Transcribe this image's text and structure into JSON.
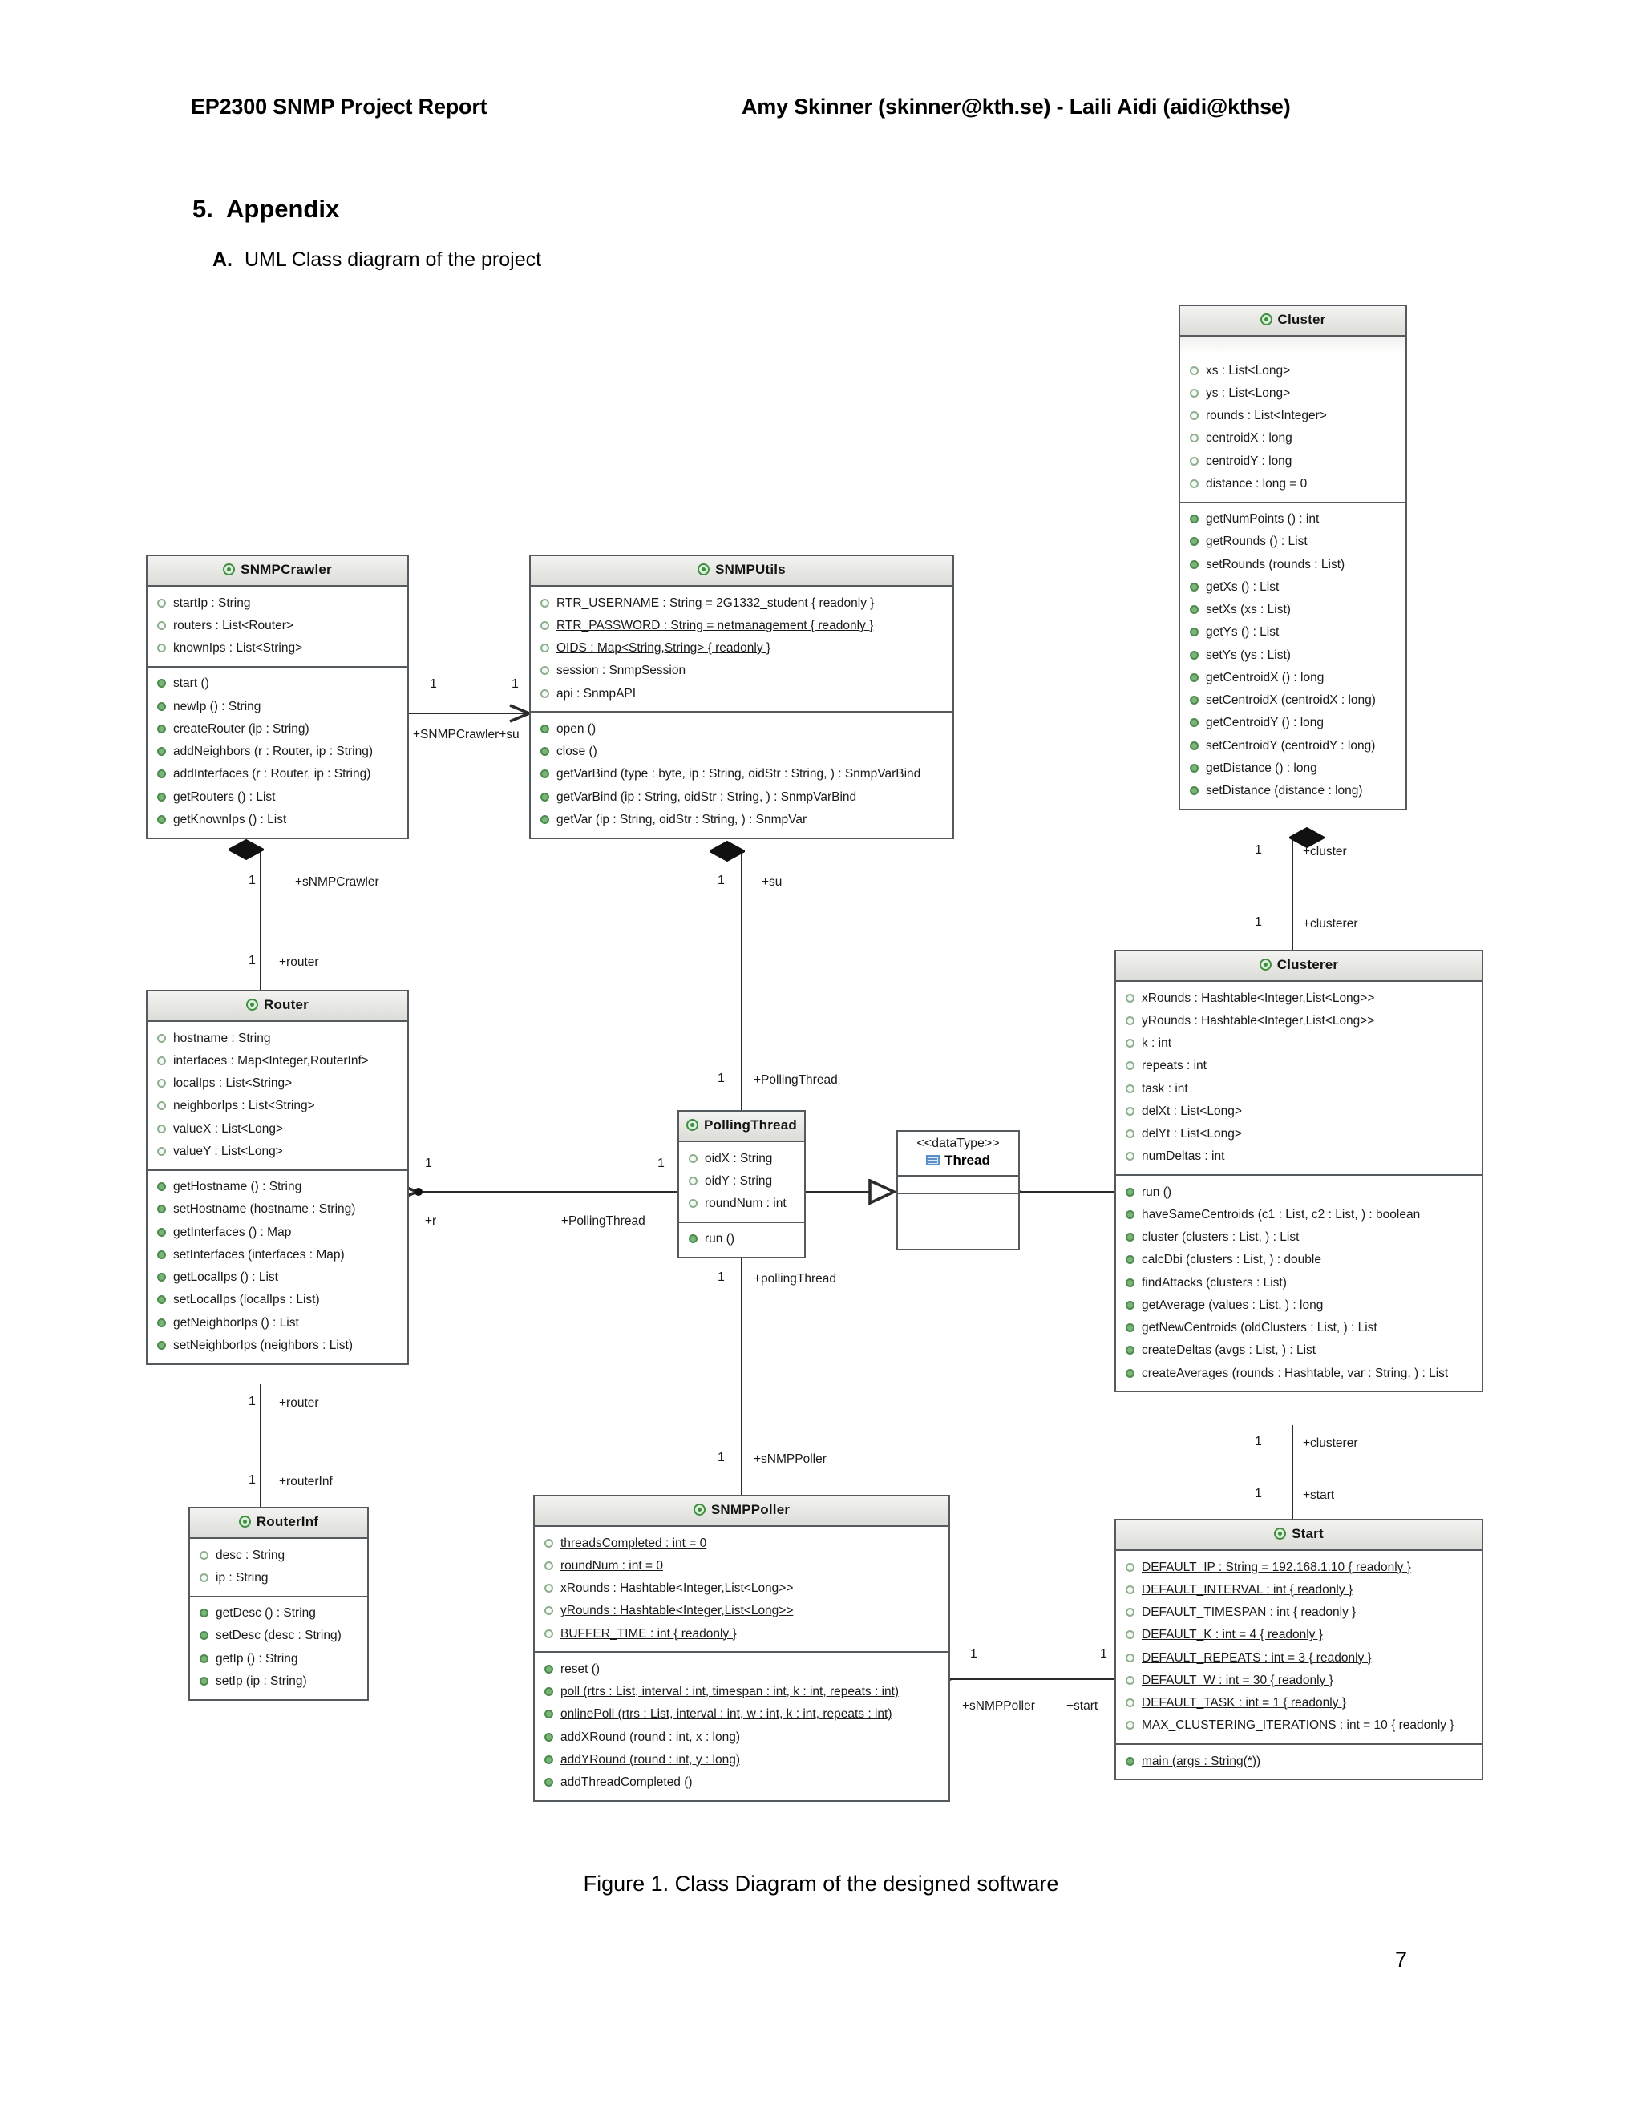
{
  "header": {
    "left": "EP2300 SNMP Project Report",
    "right": "Amy Skinner (skinner@kth.se) - Laili Aidi (aidi@kthse)"
  },
  "section": {
    "number": "5.",
    "title": "Appendix"
  },
  "subsection": {
    "letter": "A.",
    "title": "UML Class diagram of the project"
  },
  "figure_caption": "Figure 1. Class Diagram of the designed software",
  "page_number": "7",
  "diagram": {
    "type": "uml-class-diagram",
    "classes": [
      {
        "name": "Cluster",
        "stereotype": "class",
        "attributes": [
          "xs : List<Long>",
          "ys : List<Long>",
          "rounds : List<Integer>",
          "centroidX : long",
          "centroidY : long",
          "distance : long = 0"
        ],
        "methods": [
          "getNumPoints () : int",
          "getRounds () : List",
          "setRounds (rounds : List)",
          "getXs () : List",
          "setXs (xs : List)",
          "getYs () : List",
          "setYs (ys : List)",
          "getCentroidX () : long",
          "setCentroidX (centroidX : long)",
          "getCentroidY () : long",
          "setCentroidY (centroidY : long)",
          "getDistance () : long",
          "setDistance (distance : long)"
        ]
      },
      {
        "name": "SNMPCrawler",
        "stereotype": "class",
        "attributes": [
          "startIp : String",
          "routers : List<Router>",
          "knownIps : List<String>"
        ],
        "methods": [
          "start ()",
          "newIp () : String",
          "createRouter (ip : String)",
          "addNeighbors (r : Router, ip : String)",
          "addInterfaces (r : Router, ip : String)",
          "getRouters () : List",
          "getKnownIps () : List"
        ]
      },
      {
        "name": "SNMPUtils",
        "stereotype": "class",
        "attributes": [
          "RTR_USERNAME : String = 2G1332_student { readonly }",
          "RTR_PASSWORD : String = netmanagement { readonly }",
          "OIDS : Map<String,String> { readonly }",
          "session : SnmpSession",
          "api : SnmpAPI"
        ],
        "attributes_static": [
          true,
          true,
          true,
          false,
          false
        ],
        "methods": [
          "open ()",
          "close ()",
          "getVarBind (type : byte, ip : String, oidStr : String, ) : SnmpVarBind",
          "getVarBind (ip : String, oidStr : String, ) : SnmpVarBind",
          "getVar (ip : String, oidStr : String, ) : SnmpVar"
        ]
      },
      {
        "name": "Router",
        "stereotype": "class",
        "attributes": [
          "hostname : String",
          "interfaces : Map<Integer,RouterInf>",
          "localIps : List<String>",
          "neighborIps : List<String>",
          "valueX : List<Long>",
          "valueY : List<Long>"
        ],
        "methods": [
          "getHostname () : String",
          "setHostname (hostname : String)",
          "getInterfaces () : Map",
          "setInterfaces (interfaces : Map)",
          "getLocalIps () : List",
          "setLocalIps (localIps : List)",
          "getNeighborIps () : List",
          "setNeighborIps (neighbors : List)"
        ]
      },
      {
        "name": "Clusterer",
        "stereotype": "class",
        "attributes": [
          "xRounds : Hashtable<Integer,List<Long>>",
          "yRounds : Hashtable<Integer,List<Long>>",
          "k : int",
          "repeats : int",
          "task : int",
          "delXt : List<Long>",
          "delYt : List<Long>",
          "numDeltas : int"
        ],
        "methods": [
          "run ()",
          "haveSameCentroids (c1 : List, c2 : List, ) : boolean",
          "cluster (clusters : List, ) : List",
          "calcDbi (clusters : List, ) : double",
          "findAttacks (clusters : List)",
          "getAverage (values : List, ) : long",
          "getNewCentroids (oldClusters : List, ) : List",
          "createDeltas (avgs : List, ) : List",
          "createAverages (rounds : Hashtable, var : String, ) : List"
        ]
      },
      {
        "name": "PollingThread",
        "stereotype": "class",
        "attributes": [
          "oidX : String",
          "oidY : String",
          "roundNum : int"
        ],
        "methods": [
          "run ()"
        ]
      },
      {
        "name": "Thread",
        "stereotype": "<<dataType>>",
        "attributes": [],
        "methods": []
      },
      {
        "name": "RouterInf",
        "stereotype": "class",
        "attributes": [
          "desc : String",
          "ip : String"
        ],
        "methods": [
          "getDesc () : String",
          "setDesc (desc : String)",
          "getIp () : String",
          "setIp (ip : String)"
        ]
      },
      {
        "name": "SNMPPoller",
        "stereotype": "class",
        "attributes": [
          "threadsCompleted : int = 0",
          "roundNum : int = 0",
          "xRounds : Hashtable<Integer,List<Long>>",
          "yRounds : Hashtable<Integer,List<Long>>",
          "BUFFER_TIME : int { readonly }"
        ],
        "methods": [
          "reset ()",
          "poll (rtrs : List, interval : int, timespan : int, k : int, repeats : int)",
          "onlinePoll (rtrs : List, interval : int, w : int, k : int, repeats : int)",
          "addXRound (round : int, x : long)",
          "addYRound (round : int, y : long)",
          "addThreadCompleted ()"
        ]
      },
      {
        "name": "Start",
        "stereotype": "class",
        "attributes": [
          "DEFAULT_IP : String = 192.168.1.10 { readonly }",
          "DEFAULT_INTERVAL : int { readonly }",
          "DEFAULT_TIMESPAN : int { readonly }",
          "DEFAULT_K : int = 4 { readonly }",
          "DEFAULT_REPEATS : int = 3 { readonly }",
          "DEFAULT_W : int = 30 { readonly }",
          "DEFAULT_TASK : int = 1 { readonly }",
          "MAX_CLUSTERING_ITERATIONS : int = 10 { readonly }"
        ],
        "methods": [
          "main (args : String(*))"
        ]
      }
    ],
    "edge_labels": {
      "crawler_utils": "+SNMPCrawler+su",
      "crawler_utils_mult_left": "1",
      "crawler_utils_mult_right": "1",
      "crawler_role": "+sNMPCrawler",
      "crawler_role_mult": "1",
      "router_role": "+router",
      "router_role_mult": "1",
      "cluster_role": "+cluster",
      "cluster_role_mult": "1",
      "clusterer_role": "+clusterer",
      "clusterer_role_mult": "1",
      "su_role": "+su",
      "su_role_mult": "1",
      "pollingthread_top_role": "+PollingThread",
      "pollingthread_top_mult": "1",
      "pollingthread_row_role": "+PollingThread",
      "pollingthread_row_mult_left": "1",
      "pollingthread_row_mult_right": "1",
      "r_role": "+r",
      "pollingthread_bottom_role": "+pollingThread",
      "pollingthread_bottom_mult": "1",
      "routerinf_role": "+routerInf",
      "routerinf_role_mult": "1",
      "router_bottom_role": "+router",
      "router_bottom_mult": "1",
      "clusterer_bottom_role": "+clusterer",
      "clusterer_bottom_mult": "1",
      "start_role": "+start",
      "start_role_mult": "1",
      "snmppoller_top_role": "+sNMPPoller",
      "snmppoller_top_mult": "1",
      "snmppoller_bottom_role": "+sNMPPoller",
      "snmppoller_bottom_mult": "1",
      "start_bottom_role": "+start",
      "start_bottom_mult": "1"
    }
  }
}
